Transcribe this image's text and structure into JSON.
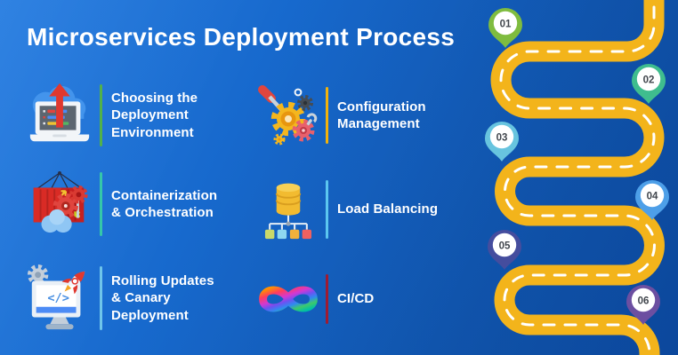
{
  "title": "Microservices Deployment Process",
  "items": [
    {
      "id": "choosing-environment",
      "label": "Choosing the\nDeployment\nEnvironment",
      "icon": "laptop-cloud-upload-icon",
      "divider_color": "#52B14A"
    },
    {
      "id": "containerization-orchestration",
      "label": "Containerization\n& Orchestration",
      "icon": "container-crane-icon",
      "divider_color": "#35C7A9"
    },
    {
      "id": "rolling-updates-canary",
      "label": "Rolling Updates\n& Canary\nDeployment",
      "icon": "monitor-rocket-icon",
      "divider_color": "#6FC5EA"
    },
    {
      "id": "configuration-management",
      "label": "Configuration\nManagement",
      "icon": "gears-tools-icon",
      "divider_color": "#F2B20A"
    },
    {
      "id": "load-balancing",
      "label": "Load Balancing",
      "icon": "database-distribution-icon",
      "divider_color": "#5BC6F0"
    },
    {
      "id": "ci-cd",
      "label": "CI/CD",
      "icon": "infinity-loop-icon",
      "divider_color": "#9E1B32"
    }
  ],
  "roadmap": {
    "road_color": "#F3B41B",
    "dash_color": "#FFFFFF",
    "pins": [
      {
        "number": "01",
        "color": "#7FBC3F"
      },
      {
        "number": "02",
        "color": "#3FBD8E"
      },
      {
        "number": "03",
        "color": "#67C4DF"
      },
      {
        "number": "04",
        "color": "#4D9FE8"
      },
      {
        "number": "05",
        "color": "#454D9E"
      },
      {
        "number": "06",
        "color": "#6C4FA1"
      }
    ]
  },
  "colors": {
    "background_start": "#2079E0",
    "background_end": "#0C4BA4",
    "title_text": "#FFFFFF",
    "item_text": "#FFFFFF"
  }
}
